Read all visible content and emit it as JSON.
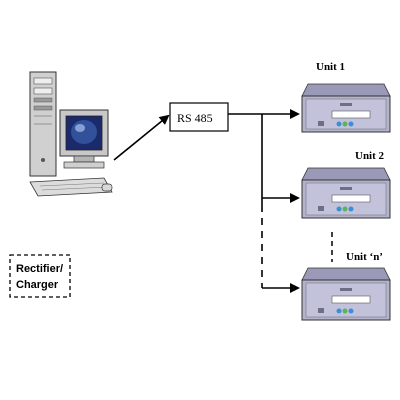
{
  "diagram": {
    "converter_label": "RS 485",
    "units": [
      {
        "label": "Unit 1"
      },
      {
        "label": "Unit 2"
      },
      {
        "label": "Unit ‘n’"
      }
    ],
    "legend_box": {
      "line1": "Rectifier/",
      "line2": "Charger"
    }
  },
  "colors": {
    "line": "#000000",
    "unit_face": "#b3b3cf",
    "unit_dark": "#6e6e86",
    "unit_screen": "#ffffff",
    "button_blue": "#3c8fd6",
    "button_green": "#5bb35b",
    "pc_gray": "#bdbdbd",
    "pc_screen": "#1a2a6b"
  },
  "icons": [
    "computer-icon",
    "monitor-icon",
    "keyboard-icon",
    "unit-panel-icon"
  ]
}
